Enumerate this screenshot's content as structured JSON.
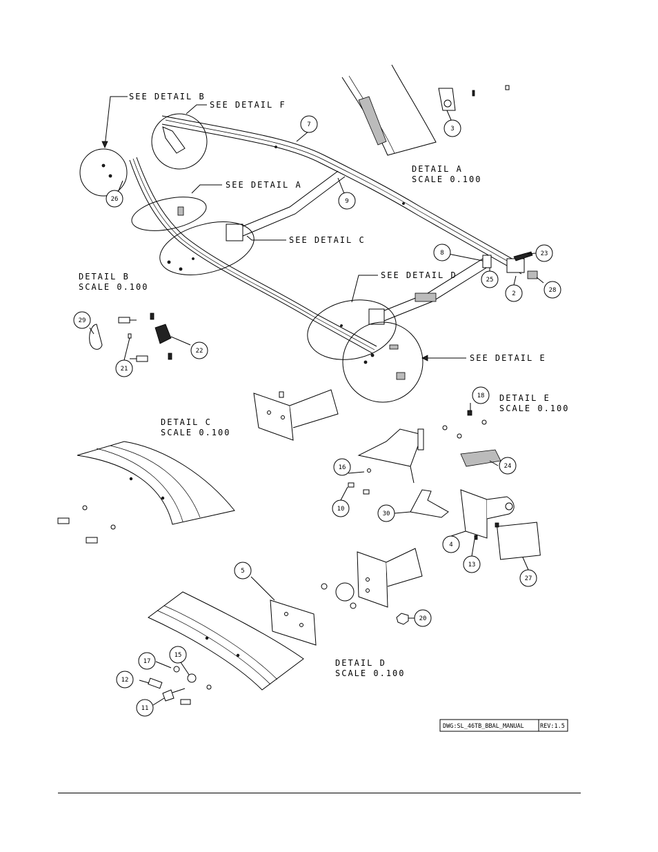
{
  "callouts": {
    "see_b": "SEE DETAIL B",
    "see_f": "SEE DETAIL F",
    "see_a": "SEE DETAIL A",
    "see_c": "SEE DETAIL C",
    "see_d": "SEE DETAIL D",
    "see_e": "SEE DETAIL E"
  },
  "details": {
    "a": {
      "name": "DETAIL A",
      "scale": "SCALE 0.100"
    },
    "b": {
      "name": "DETAIL B",
      "scale": "SCALE 0.100"
    },
    "c": {
      "name": "DETAIL C",
      "scale": "SCALE 0.100"
    },
    "d": {
      "name": "DETAIL D",
      "scale": "SCALE 0.100"
    },
    "e": {
      "name": "DETAIL E",
      "scale": "SCALE 0.100"
    }
  },
  "part_numbers": [
    "2",
    "3",
    "4",
    "5",
    "7",
    "8",
    "9",
    "10",
    "11",
    "12",
    "13",
    "15",
    "16",
    "17",
    "18",
    "20",
    "21",
    "22",
    "23",
    "24",
    "25",
    "26",
    "27",
    "28",
    "29",
    "30"
  ],
  "title_block": {
    "dwg": "DWG:SL_46TB_BBAL_MANUAL",
    "rev": "REV:1.5"
  }
}
